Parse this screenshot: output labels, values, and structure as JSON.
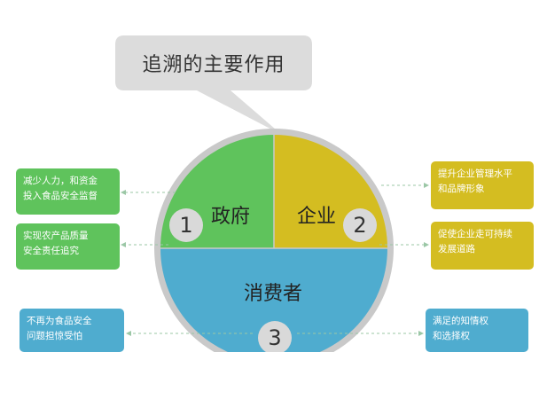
{
  "callout": {
    "title": "追溯的主要作用"
  },
  "segments": {
    "government": {
      "label": "政府",
      "number": "1",
      "color": "#5fc35c"
    },
    "enterprise": {
      "label": "企业",
      "number": "2",
      "color": "#d4bd21"
    },
    "consumer": {
      "label": "消费者",
      "number": "3",
      "color": "#4faccf"
    }
  },
  "boxes": {
    "gov1": {
      "line1": "减少人力，和资金",
      "line2": "投入食品安全监督"
    },
    "gov2": {
      "line1": "实现农产品质量",
      "line2": "安全责任追究"
    },
    "ent1": {
      "line1": "提升企业管理水平",
      "line2": "和品牌形象"
    },
    "ent2": {
      "line1": "促使企业走可持续",
      "line2": "发展道路"
    },
    "con1": {
      "line1": "不再为食品安全",
      "line2": "问题担惊受怕"
    },
    "con2": {
      "line1": "满足的知情权",
      "line2": "和选择权"
    }
  },
  "colors": {
    "ring": "#c9c9c9",
    "arrow": "#9bc7a6",
    "callout_bg": "#dcdcdc"
  }
}
